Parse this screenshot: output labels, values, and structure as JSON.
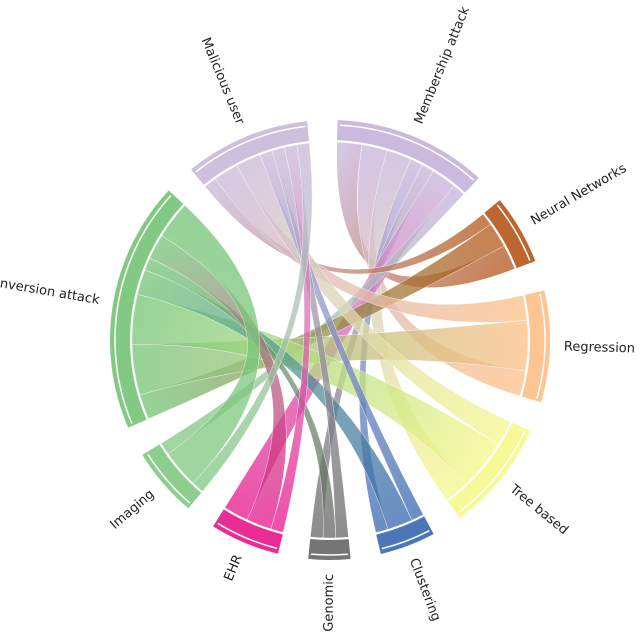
{
  "chart_data": {
    "type": "chord",
    "nodes": [
      {
        "name": "Membership attack",
        "color": "#c7b3da"
      },
      {
        "name": "Neural Networks",
        "color": "#b5561a"
      },
      {
        "name": "Regression",
        "color": "#fdbf85"
      },
      {
        "name": "Tree based",
        "color": "#f5f88a"
      },
      {
        "name": "Clustering",
        "color": "#3867b0"
      },
      {
        "name": "Genomic",
        "color": "#666666"
      },
      {
        "name": "EHR",
        "color": "#e8168a"
      },
      {
        "name": "Imaging",
        "color": "#7fc97f"
      },
      {
        "name": "Inversion attack",
        "color": "#74c476"
      },
      {
        "name": "Malicious user",
        "color": "#c9b8d8"
      }
    ],
    "links": [
      {
        "source": "Membership attack",
        "target": "Neural Networks",
        "value": 2
      },
      {
        "source": "Membership attack",
        "target": "Regression",
        "value": 2
      },
      {
        "source": "Membership attack",
        "target": "Tree based",
        "value": 2
      },
      {
        "source": "Membership attack",
        "target": "Clustering",
        "value": 1
      },
      {
        "source": "Membership attack",
        "target": "Genomic",
        "value": 1
      },
      {
        "source": "Membership attack",
        "target": "EHR",
        "value": 2
      },
      {
        "source": "Membership attack",
        "target": "Imaging",
        "value": 1
      },
      {
        "source": "Inversion attack",
        "target": "Neural Networks",
        "value": 2
      },
      {
        "source": "Inversion attack",
        "target": "Regression",
        "value": 4
      },
      {
        "source": "Inversion attack",
        "target": "Tree based",
        "value": 4
      },
      {
        "source": "Inversion attack",
        "target": "Clustering",
        "value": 2
      },
      {
        "source": "Inversion attack",
        "target": "Genomic",
        "value": 1
      },
      {
        "source": "Inversion attack",
        "target": "EHR",
        "value": 2
      },
      {
        "source": "Inversion attack",
        "target": "Imaging",
        "value": 3
      },
      {
        "source": "Malicious user",
        "target": "Neural Networks",
        "value": 1
      },
      {
        "source": "Malicious user",
        "target": "Regression",
        "value": 2
      },
      {
        "source": "Malicious user",
        "target": "Tree based",
        "value": 2
      },
      {
        "source": "Malicious user",
        "target": "Clustering",
        "value": 1
      },
      {
        "source": "Malicious user",
        "target": "Genomic",
        "value": 1
      },
      {
        "source": "Malicious user",
        "target": "EHR",
        "value": 1
      },
      {
        "source": "Malicious user",
        "target": "Imaging",
        "value": 1
      }
    ]
  }
}
